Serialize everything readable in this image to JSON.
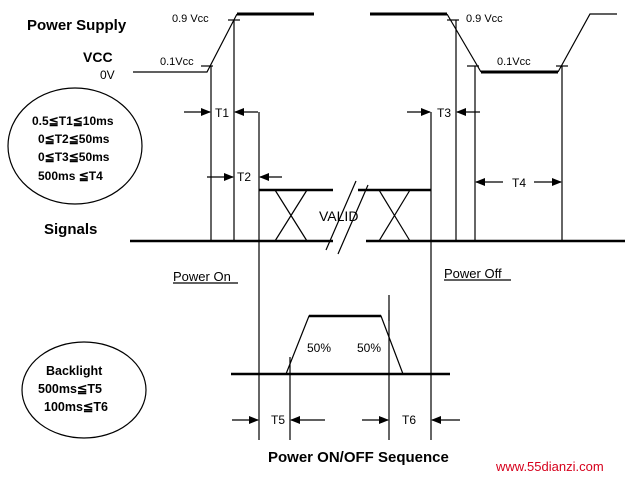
{
  "labels": {
    "power_supply": "Power Supply",
    "vcc": "VCC",
    "zero_v": "0V",
    "vcc_90_left": "0.9 Vcc",
    "vcc_10_left": "0.1Vcc",
    "vcc_90_right": "0.9 Vcc",
    "vcc_10_right": "0.1Vcc",
    "t1": "T1",
    "t2": "T2",
    "t3": "T3",
    "t4": "T4",
    "t5": "T5",
    "t6": "T6",
    "signals": "Signals",
    "valid": "VALID",
    "power_on": "Power On",
    "power_off": "Power Off",
    "pct_rise": "50%",
    "pct_fall": "50%",
    "title": "Power ON/OFF Sequence",
    "watermark": "www.55dianzi.com"
  },
  "timing_box": {
    "lines": [
      "0.5≦T1≦10ms",
      "0≦T2≦50ms",
      "0≦T3≦50ms",
      "500ms  ≦T4"
    ]
  },
  "backlight_box": {
    "lines": [
      "Backlight",
      "500ms≦T5",
      "100ms≦T6"
    ]
  }
}
